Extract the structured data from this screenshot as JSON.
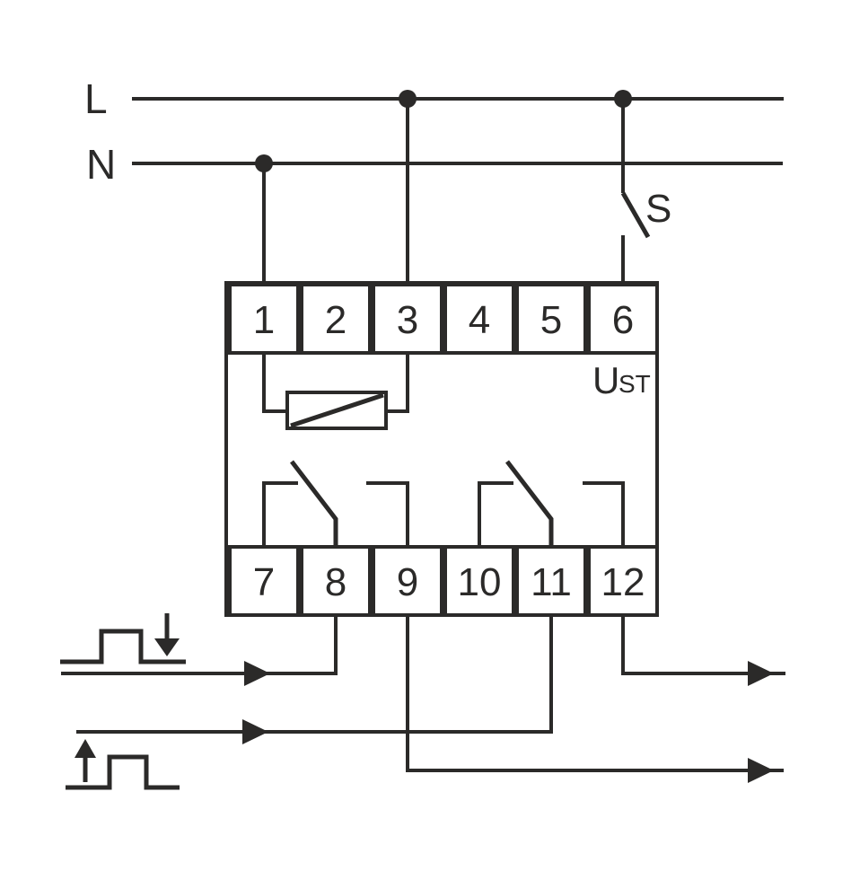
{
  "diagram_title": "relay-module-wiring-diagram",
  "colors": {
    "stroke": "#2b2a29",
    "background": "#ffffff"
  },
  "labels": {
    "line": "L",
    "neutral": "N",
    "switch": "S",
    "control_voltage_main": "U",
    "control_voltage_sub": "ST"
  },
  "terminals": {
    "top": [
      "1",
      "2",
      "3",
      "4",
      "5",
      "6"
    ],
    "bottom": [
      "7",
      "8",
      "9",
      "10",
      "11",
      "12"
    ]
  }
}
